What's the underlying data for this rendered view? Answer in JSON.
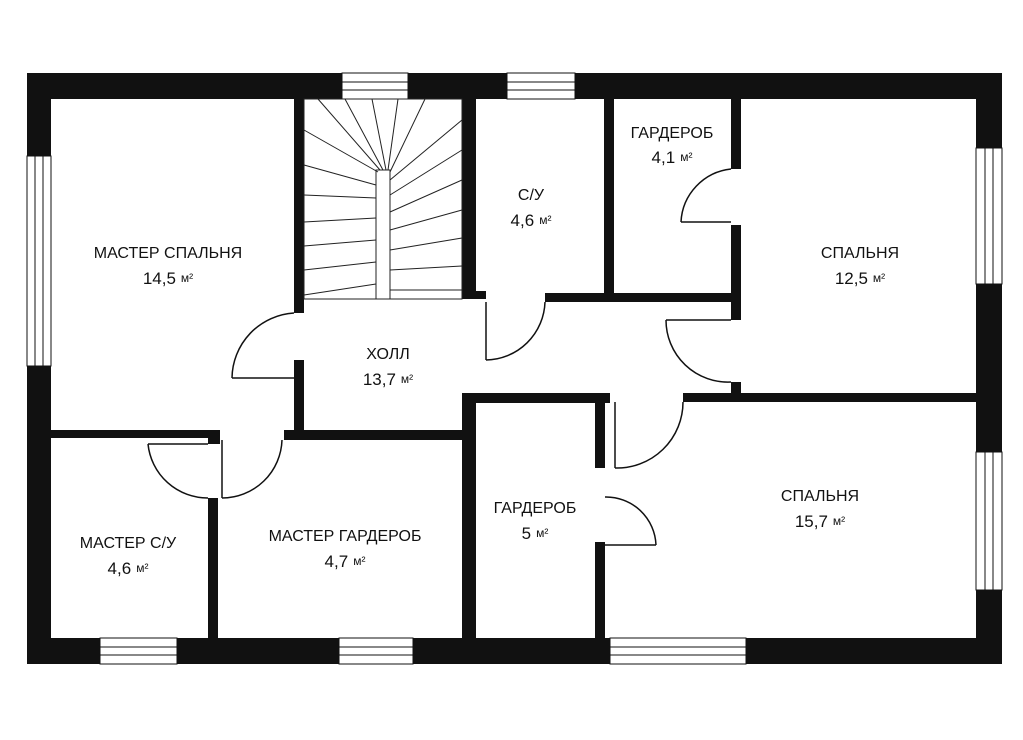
{
  "colors": {
    "wall": "#111111",
    "background": "#ffffff"
  },
  "rooms": [
    {
      "id": "master-bedroom",
      "name": "МАСТЕР СПАЛЬНЯ",
      "area": "14,5",
      "unit": "м²"
    },
    {
      "id": "bath-1",
      "name": "С/У",
      "area": "4,6",
      "unit": "м²"
    },
    {
      "id": "wardrobe-1",
      "name": "ГАРДЕРОБ",
      "area": "4,1",
      "unit": "м²"
    },
    {
      "id": "bedroom-1",
      "name": "СПАЛЬНЯ",
      "area": "12,5",
      "unit": "м²"
    },
    {
      "id": "hall",
      "name": "ХОЛЛ",
      "area": "13,7",
      "unit": "м²"
    },
    {
      "id": "master-bath",
      "name": "МАСТЕР С/У",
      "area": "4,6",
      "unit": "м²"
    },
    {
      "id": "master-wardrobe",
      "name": "МАСТЕР ГАРДЕРОБ",
      "area": "4,7",
      "unit": "м²"
    },
    {
      "id": "wardrobe-2",
      "name": "ГАРДЕРОБ",
      "area": "5",
      "unit": "м²"
    },
    {
      "id": "bedroom-2",
      "name": "СПАЛЬНЯ",
      "area": "15,7",
      "unit": "м²"
    }
  ]
}
